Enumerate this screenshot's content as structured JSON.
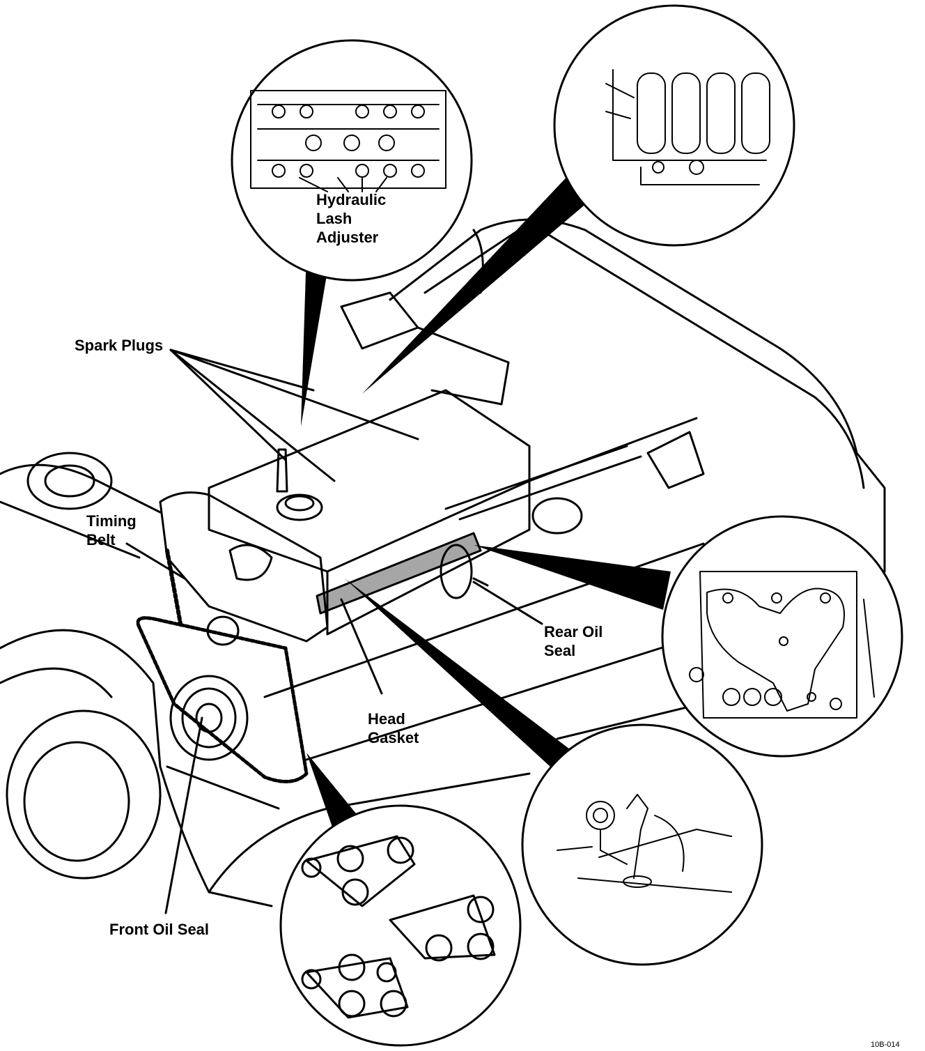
{
  "colors": {
    "ink": "#000000",
    "paper": "#ffffff"
  },
  "labels": {
    "hydraulic_lash_adjuster": "Hydraulic\nLash\nAdjuster",
    "spark_plugs": "Spark Plugs",
    "timing_belt": "Timing\nBelt",
    "rear_oil_seal": "Rear Oil\nSeal",
    "head_gasket": "Head\nGasket",
    "front_oil_seal": "Front Oil Seal"
  },
  "figure_id": "10B-014"
}
